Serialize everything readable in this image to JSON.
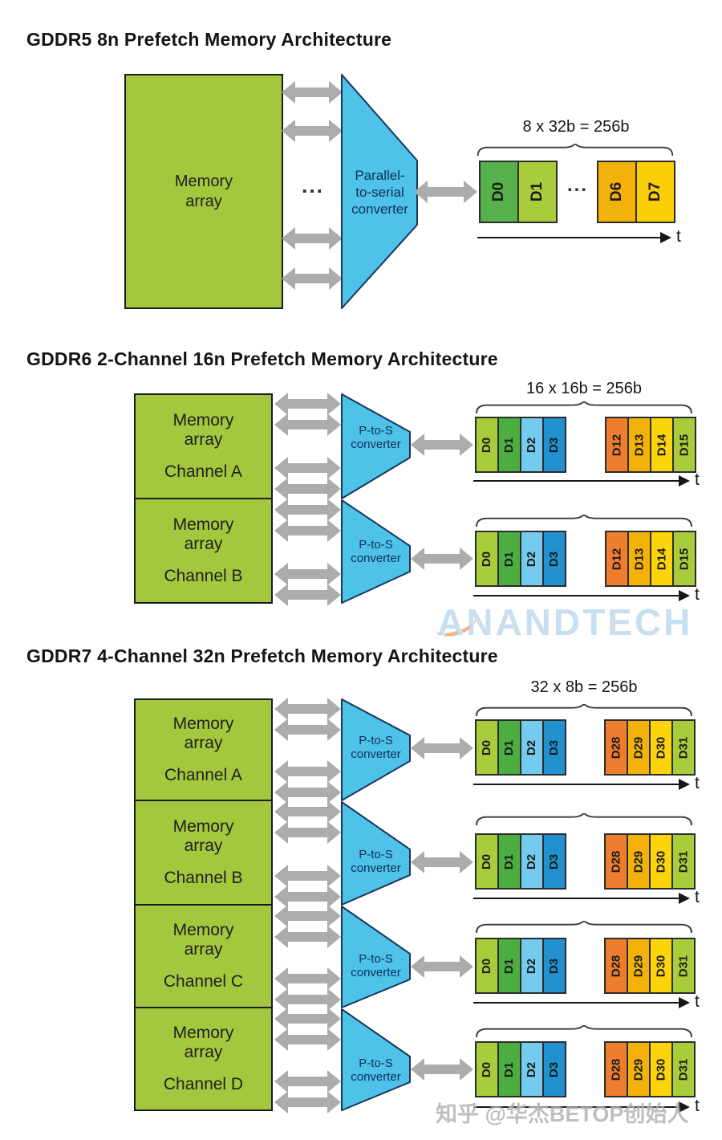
{
  "titles": {
    "gddr5": "GDDR5 8n Prefetch Memory Architecture",
    "gddr6": "GDDR6 2-Channel 16n Prefetch Memory Architecture",
    "gddr7": "GDDR7 4-Channel 32n Prefetch Memory Architecture"
  },
  "labels": {
    "memory_line1": "Memory",
    "memory_line2": "array",
    "parallel_converter": [
      "Parallel-",
      "to-serial",
      "converter"
    ],
    "pts_converter": [
      "P-to-S",
      "converter"
    ],
    "ellipsis": "...",
    "time": "t"
  },
  "colors": {
    "memory_green": "#A3C83E",
    "converter_blue": "#4FC2E9",
    "converter_border": "#16365C",
    "arrow_gray": "#ACACAC",
    "cell_border": "#2C2C2C"
  },
  "gddr5": {
    "caption": "8 x 32b = 256b",
    "cells": [
      {
        "label": "D0",
        "color": "#56B14B"
      },
      {
        "label": "D1",
        "color": "#A9CC3B"
      },
      {
        "label": "D6",
        "color": "#F2B20A"
      },
      {
        "label": "D7",
        "color": "#FBCE07"
      }
    ]
  },
  "gddr6": {
    "caption": "16 x 16b = 256b",
    "channels": [
      "Channel A",
      "Channel B"
    ],
    "rows": [
      {
        "cells": [
          {
            "label": "D0",
            "color": "#A9CC3B"
          },
          {
            "label": "D1",
            "color": "#4CAE40"
          },
          {
            "label": "D2",
            "color": "#74CBEE"
          },
          {
            "label": "D3",
            "color": "#2191D0"
          },
          {
            "label": "D12",
            "color": "#EE7D2E"
          },
          {
            "label": "D13",
            "color": "#F2B20A"
          },
          {
            "label": "D14",
            "color": "#FBD40B"
          },
          {
            "label": "D15",
            "color": "#A9CC3B"
          }
        ]
      },
      {
        "cells": [
          {
            "label": "D0",
            "color": "#A9CC3B"
          },
          {
            "label": "D1",
            "color": "#4CAE40"
          },
          {
            "label": "D2",
            "color": "#74CBEE"
          },
          {
            "label": "D3",
            "color": "#2191D0"
          },
          {
            "label": "D12",
            "color": "#EE7D2E"
          },
          {
            "label": "D13",
            "color": "#F2B20A"
          },
          {
            "label": "D14",
            "color": "#FBD40B"
          },
          {
            "label": "D15",
            "color": "#A9CC3B"
          }
        ]
      }
    ]
  },
  "gddr7": {
    "caption": "32 x 8b = 256b",
    "channels": [
      "Channel A",
      "Channel B",
      "Channel C",
      "Channel D"
    ],
    "rows": [
      {
        "cells": [
          {
            "label": "D0",
            "color": "#A9CC3B"
          },
          {
            "label": "D1",
            "color": "#4CAE40"
          },
          {
            "label": "D2",
            "color": "#74CBEE"
          },
          {
            "label": "D3",
            "color": "#2191D0"
          },
          {
            "label": "D28",
            "color": "#EE7D2E"
          },
          {
            "label": "D29",
            "color": "#F2B20A"
          },
          {
            "label": "D30",
            "color": "#FBD40B"
          },
          {
            "label": "D31",
            "color": "#A9CC3B"
          }
        ]
      },
      {
        "cells": [
          {
            "label": "D0",
            "color": "#A9CC3B"
          },
          {
            "label": "D1",
            "color": "#4CAE40"
          },
          {
            "label": "D2",
            "color": "#74CBEE"
          },
          {
            "label": "D3",
            "color": "#2191D0"
          },
          {
            "label": "D28",
            "color": "#EE7D2E"
          },
          {
            "label": "D29",
            "color": "#F2B20A"
          },
          {
            "label": "D30",
            "color": "#FBD40B"
          },
          {
            "label": "D31",
            "color": "#A9CC3B"
          }
        ]
      },
      {
        "cells": [
          {
            "label": "D0",
            "color": "#A9CC3B"
          },
          {
            "label": "D1",
            "color": "#4CAE40"
          },
          {
            "label": "D2",
            "color": "#74CBEE"
          },
          {
            "label": "D3",
            "color": "#2191D0"
          },
          {
            "label": "D28",
            "color": "#EE7D2E"
          },
          {
            "label": "D29",
            "color": "#F2B20A"
          },
          {
            "label": "D30",
            "color": "#FBD40B"
          },
          {
            "label": "D31",
            "color": "#A9CC3B"
          }
        ]
      },
      {
        "cells": [
          {
            "label": "D0",
            "color": "#A9CC3B"
          },
          {
            "label": "D1",
            "color": "#4CAE40"
          },
          {
            "label": "D2",
            "color": "#74CBEE"
          },
          {
            "label": "D3",
            "color": "#2191D0"
          },
          {
            "label": "D28",
            "color": "#EE7D2E"
          },
          {
            "label": "D29",
            "color": "#F2B20A"
          },
          {
            "label": "D30",
            "color": "#FBD40B"
          },
          {
            "label": "D31",
            "color": "#A9CC3B"
          }
        ]
      }
    ]
  },
  "watermarks": {
    "anandtech": "ANANDTECH",
    "zhihu": "知乎 @华杰BETOP创始人"
  }
}
